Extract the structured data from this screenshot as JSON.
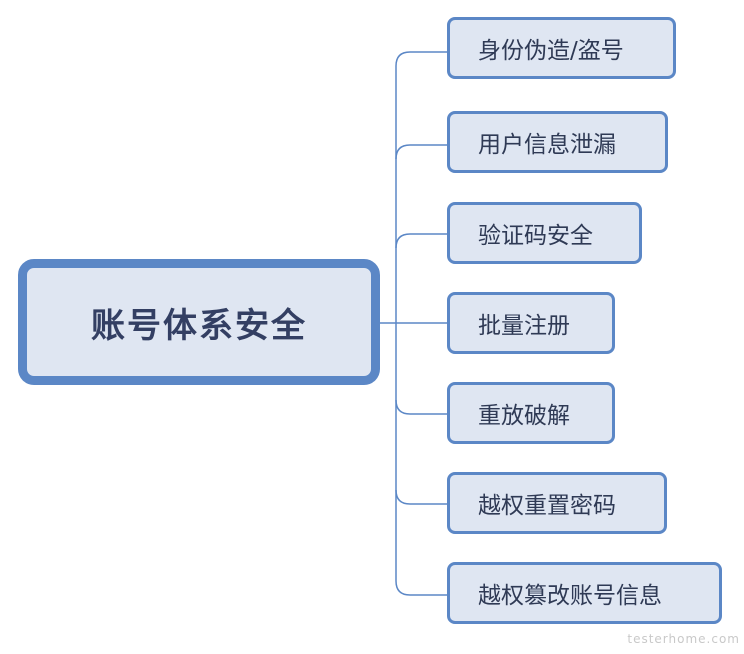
{
  "root": {
    "label": "账号体系安全"
  },
  "branches": [
    {
      "label": "身份伪造/盗号"
    },
    {
      "label": "用户信息泄漏"
    },
    {
      "label": "验证码安全"
    },
    {
      "label": "批量注册"
    },
    {
      "label": "重放破解"
    },
    {
      "label": "越权重置密码"
    },
    {
      "label": "越权篡改账号信息"
    }
  ],
  "watermark": "testerhome.com",
  "colors": {
    "node_border": "#5b87c6",
    "node_fill": "#dfe6f2",
    "connector": "#5b87c6",
    "text": "#2f3a55"
  }
}
